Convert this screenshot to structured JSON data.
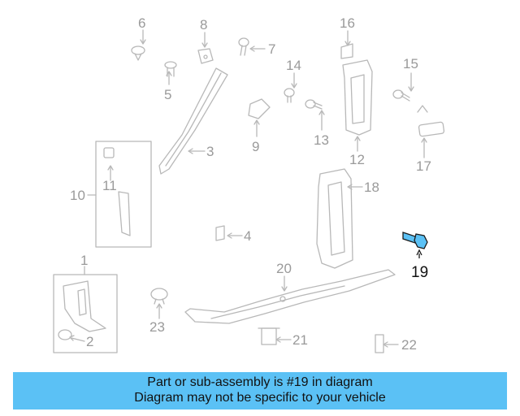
{
  "diagram": {
    "callouts": [
      "1",
      "2",
      "3",
      "4",
      "5",
      "6",
      "7",
      "8",
      "9",
      "10",
      "11",
      "12",
      "13",
      "14",
      "15",
      "16",
      "17",
      "18",
      "19",
      "20",
      "21",
      "22",
      "23"
    ],
    "highlighted": "19",
    "colors": {
      "part_stroke": "#b8b8b8",
      "label": "#9a9a9a",
      "highlight_part": "#5bc1f5",
      "banner": "#5bc1f5"
    }
  },
  "banner": {
    "line1": "Part or sub-assembly is #19 in diagram",
    "line2": "Diagram may not be specific to your vehicle"
  }
}
